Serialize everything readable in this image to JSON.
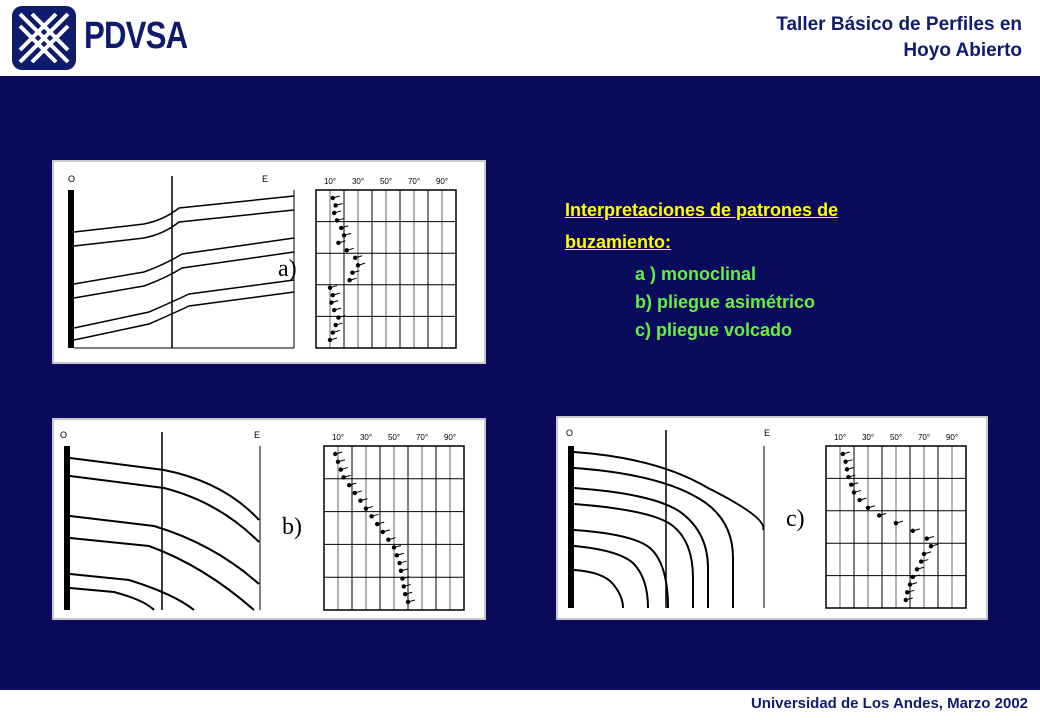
{
  "header": {
    "brand": "PDVSA",
    "title_line1": "Taller Básico de Perfiles en",
    "title_line2": "Hoyo Abierto"
  },
  "interpretation": {
    "heading": "Interpretaciones de patrones de buzamiento:",
    "items": [
      "a ) monoclinal",
      "b) pliegue asimétrico",
      "c) pliegue volcado"
    ]
  },
  "panels": {
    "a": {
      "label": "a)",
      "left_mark": "O",
      "right_mark": "E",
      "dip_scale": [
        "10°",
        "30°",
        "50°",
        "70°",
        "90°"
      ],
      "dips": [
        12,
        14,
        13,
        15,
        18,
        20,
        16,
        22,
        28,
        30,
        26,
        24,
        10,
        12,
        11,
        13,
        16,
        14,
        12,
        10
      ]
    },
    "b": {
      "label": "b)",
      "left_mark": "O",
      "right_mark": "E",
      "dip_scale": [
        "10°",
        "30°",
        "50°",
        "70°",
        "90°"
      ],
      "dips": [
        8,
        10,
        12,
        14,
        18,
        22,
        26,
        30,
        34,
        38,
        42,
        46,
        50,
        52,
        54,
        55,
        56,
        57,
        58,
        60
      ]
    },
    "c": {
      "label": "c)",
      "left_mark": "O",
      "right_mark": "E",
      "dip_scale": [
        "10°",
        "30°",
        "50°",
        "70°",
        "90°"
      ],
      "dips": [
        12,
        14,
        15,
        16,
        18,
        20,
        24,
        30,
        38,
        50,
        62,
        72,
        75,
        70,
        68,
        65,
        62,
        60,
        58,
        57
      ]
    }
  },
  "footer": {
    "text": "Universidad de Los Andes, Marzo 2002"
  },
  "colors": {
    "background": "#0b0b5c",
    "brand": "#0f1c6b",
    "heading": "#ffff00",
    "list": "#66ee44"
  }
}
